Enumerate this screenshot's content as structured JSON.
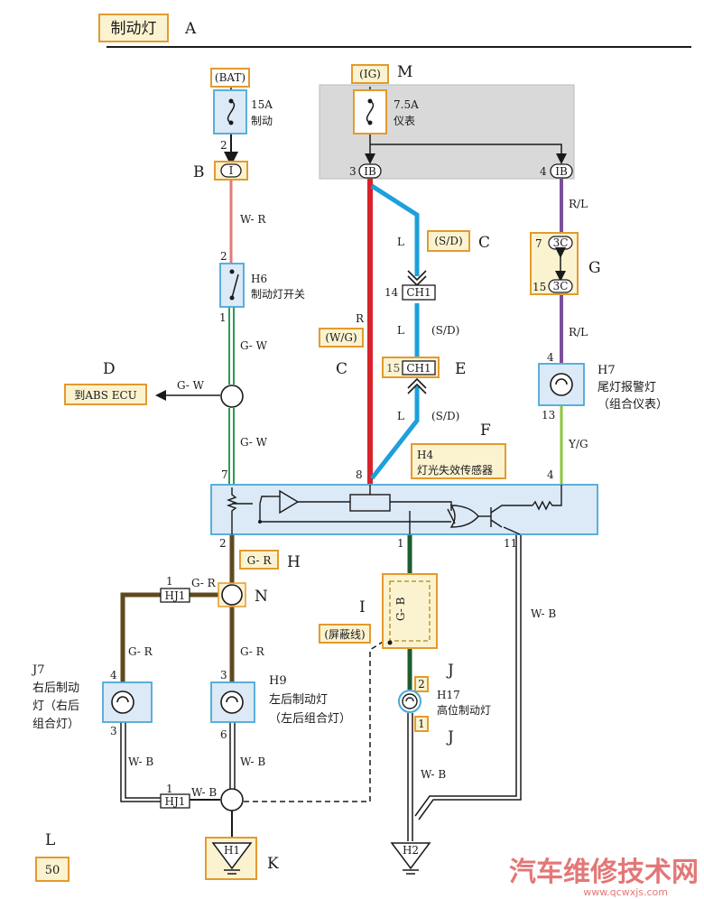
{
  "title": "制动灯",
  "markers": {
    "A": "A",
    "B": "B",
    "C1": "C",
    "C2": "C",
    "D": "D",
    "E": "E",
    "F": "F",
    "G": "G",
    "H": "H",
    "I": "I",
    "J1": "J",
    "J2": "J",
    "K": "K",
    "L": "L",
    "M": "M",
    "N": "N"
  },
  "page_number": "50",
  "watermark": {
    "main": "汽车维修技术网",
    "url": "www.qcwxjs.com"
  },
  "power": {
    "bat_label": "(BAT)",
    "fuse1_rating": "15A",
    "fuse1_name": "制动",
    "fuse1_pin": "2",
    "ig_label": "(IG)",
    "fuse2_rating": "7.5A",
    "fuse2_name": "仪表"
  },
  "connectors": {
    "i_conn": "I",
    "ib": "IB",
    "ib_left_pin": "3",
    "ib_right_pin": "4",
    "ch1": "CH1",
    "ch1_top_pin": "14",
    "ch1_bot_pin": "15",
    "c3": "3C",
    "c3_top_pin": "7",
    "c3_bot_pin": "15",
    "hj1": "HJ1",
    "hj1_top_pin": "1",
    "hj1_bot_pin": "1",
    "h1": "H1",
    "h2": "H2"
  },
  "wires": {
    "w_r": "W- R",
    "g_w1": "G- W",
    "g_w2": "G- W",
    "g_w3": "G- W",
    "r": "R",
    "w_g": "(W/G)",
    "l1": "L",
    "s_d1": "(S/D)",
    "l2": "L",
    "s_d2": "(S/D)",
    "l3": "L",
    "s_d3": "(S/D)",
    "r_l1": "R/L",
    "r_l2": "R/L",
    "y_g": "Y/G",
    "g_r_box": "G- R",
    "g_r1": "G- R",
    "g_r2": "G- R",
    "g_r3": "G- R",
    "g_b": "G- B",
    "shield": "(屏蔽线)",
    "w_b1": "W- B",
    "w_b2": "W- B",
    "w_b3": "W- B",
    "w_b4": "W- B"
  },
  "components": {
    "abs_ecu": "到ABS ECU",
    "h6_code": "H6",
    "h6_name": "制动灯开关",
    "h6_top_pin": "2",
    "h6_bot_pin": "1",
    "h4_code": "H4",
    "h4_name": "灯光失效传感器",
    "h4_pin7": "7",
    "h4_pin8": "8",
    "h4_pin4": "4",
    "h4_pin2": "2",
    "h4_pin1": "1",
    "h4_pin11": "11",
    "h7_code": "H7",
    "h7_name1": "尾灯报警灯",
    "h7_name2": "（组合仪表）",
    "h7_top_pin": "4",
    "h7_bot_pin": "13",
    "j7_code": "J7",
    "j7_name1": "右后制动",
    "j7_name2": "灯（右后",
    "j7_name3": "组合灯）",
    "j7_top_pin": "4",
    "j7_bot_pin": "3",
    "h9_code": "H9",
    "h9_name1": "左后制动灯",
    "h9_name2": "（左后组合灯）",
    "h9_top_pin": "3",
    "h9_bot_pin": "6",
    "h17_code": "H17",
    "h17_name": "高位制动灯",
    "h17_top_pin": "2",
    "h17_bot_pin": "1"
  },
  "colors": {
    "red": "#d9232b",
    "blue": "#1da0db",
    "purple": "#7b4f9a",
    "green": "#2e9a54",
    "ygreen": "#8fc63d",
    "olive": "#5f4a1e",
    "orange": "#e39a2e",
    "lightblue": "#dce9f6",
    "gray": "#d9d9d9",
    "pink": "#e37a7a"
  }
}
